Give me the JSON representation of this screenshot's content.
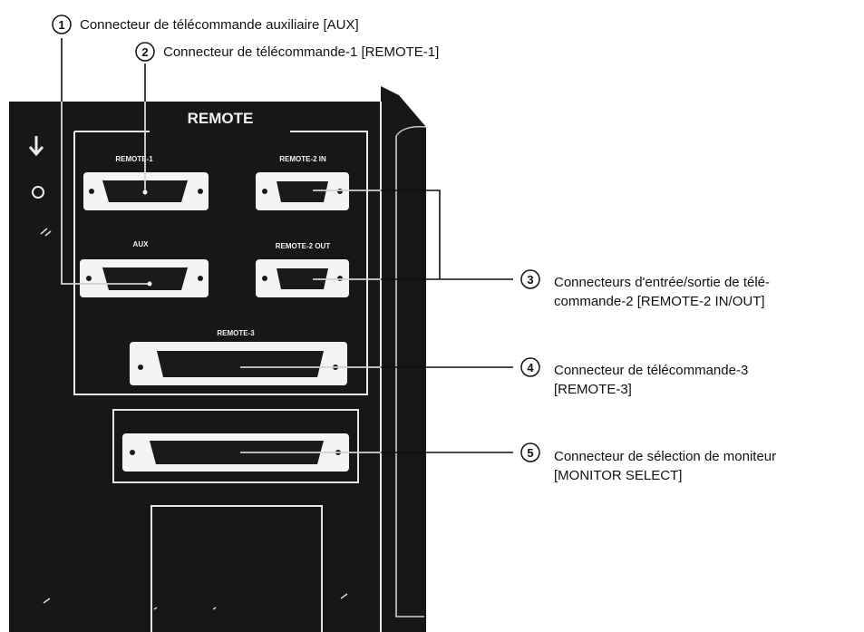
{
  "panel": {
    "title": "REMOTE",
    "connectors": {
      "remote1": "REMOTE-1",
      "remote2_in": "REMOTE-2 IN",
      "aux": "AUX",
      "remote2_out": "REMOTE-2 OUT",
      "remote3": "REMOTE-3"
    }
  },
  "callouts": [
    {
      "number": "1",
      "lines": [
        "Connecteur de télécommande auxiliaire [AUX]"
      ]
    },
    {
      "number": "2",
      "lines": [
        "Connecteur de télécommande-1 [REMOTE-1]"
      ]
    },
    {
      "number": "3",
      "lines": [
        "Connecteurs d'entrée/sortie de télé-",
        "commande-2 [REMOTE-2 IN/OUT]"
      ]
    },
    {
      "number": "4",
      "lines": [
        "Connecteur de télécommande-3",
        "[REMOTE-3]"
      ]
    },
    {
      "number": "5",
      "lines": [
        "Connecteur de sélection de moniteur",
        "[MONITOR SELECT]"
      ]
    }
  ]
}
